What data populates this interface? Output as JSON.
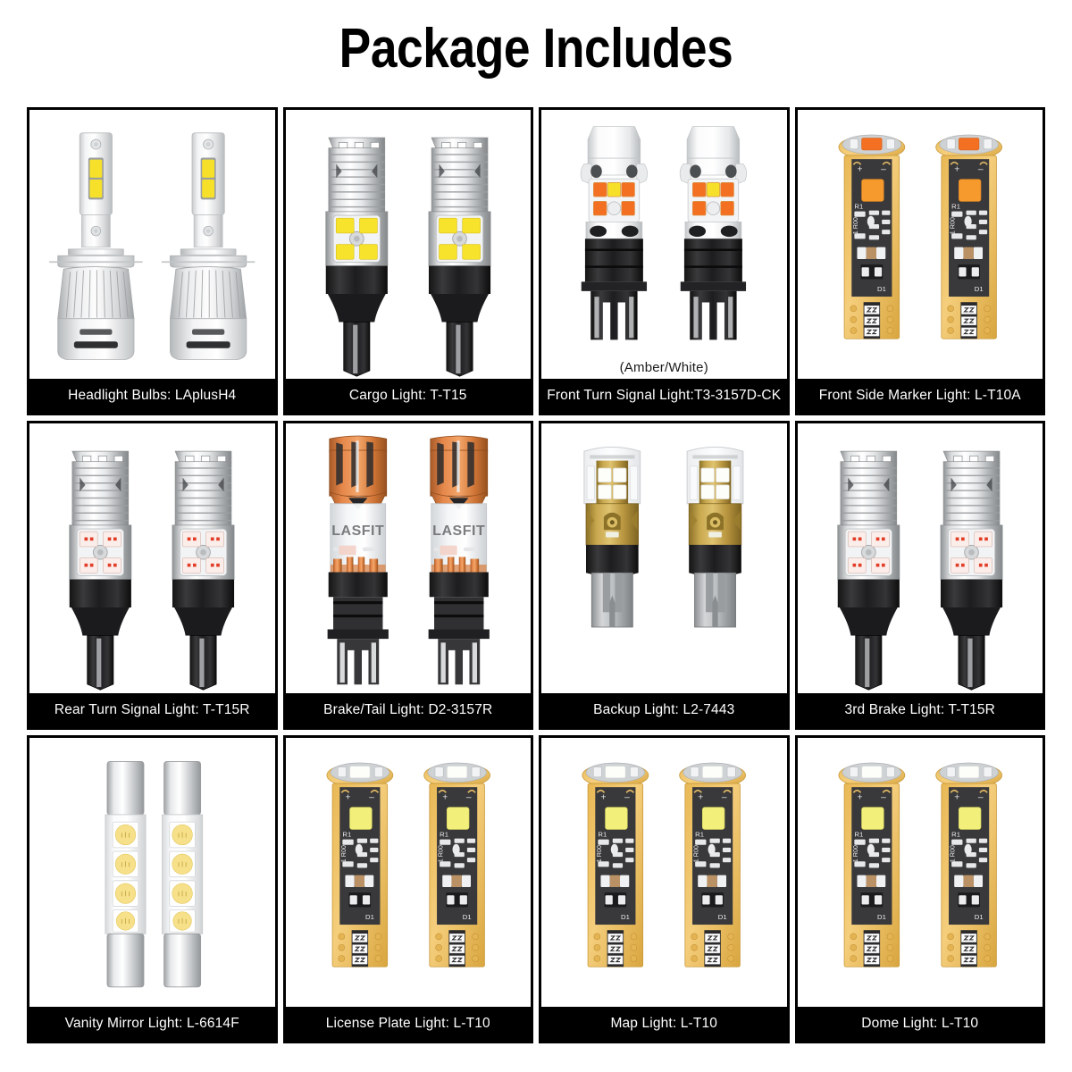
{
  "header": {
    "title": "Package Includes"
  },
  "colors": {
    "background": "#ffffff",
    "label_bar": "#000000",
    "label_text": "#ffffff",
    "cell_border": "#000000",
    "amber_led": "#f36f21",
    "yellow_led": "#f6e02a",
    "red_led": "#e23b26",
    "white_led": "#fdfdfa",
    "gold_pcb": "#e9b855",
    "copper": "#cf7436",
    "brass": "#c7a74e",
    "silver": "#cfd2d4"
  },
  "products": [
    {
      "index": 1,
      "name": "headlight-bulbs",
      "label": "Headlight Bulbs: LAplusH4",
      "type": "Headlight Bulbs",
      "model": "LAplusH4",
      "quantity": 2,
      "led_color": "yellow",
      "base_style": "H4 flange with heatsink fins"
    },
    {
      "index": 2,
      "name": "cargo-light",
      "label": "Cargo Light: T-T15",
      "type": "Cargo Light",
      "model": "T-T15",
      "quantity": 2,
      "led_color": "yellow",
      "base_style": "T15 black wedge"
    },
    {
      "index": 3,
      "name": "front-turn-signal-light",
      "label": "Front Turn Signal Light:T3-3157D-CK",
      "sub_caption": "(Amber/White)",
      "type": "Front Turn Signal Light",
      "model": "T3-3157D-CK",
      "quantity": 2,
      "led_color": "amber and white",
      "base_style": "3157 black wedge"
    },
    {
      "index": 4,
      "name": "front-side-marker-light",
      "label": "Front Side Marker Light: L-T10A",
      "type": "Front Side Marker Light",
      "model": "L-T10A",
      "quantity": 2,
      "led_color": "amber",
      "base_style": "T10 gold PCB wedge",
      "pcb_markings": [
        "+",
        "-",
        "R1",
        "1 R00",
        "D1"
      ]
    },
    {
      "index": 5,
      "name": "rear-turn-signal-light",
      "label": "Rear Turn Signal Light: T-T15R",
      "type": "Rear Turn Signal Light",
      "model": "T-T15R",
      "quantity": 2,
      "led_color": "red",
      "base_style": "T15 black wedge"
    },
    {
      "index": 6,
      "name": "brake-tail-light",
      "label": "Brake/Tail Light: D2-3157R",
      "type": "Brake/Tail Light",
      "model": "D2-3157R",
      "quantity": 2,
      "brand_text": "LASFIT",
      "led_color": "red",
      "base_style": "3157 black wedge with copper heatsink"
    },
    {
      "index": 7,
      "name": "backup-light",
      "label": "Backup Light: L2-7443",
      "type": "Backup Light",
      "model": "L2-7443",
      "quantity": 2,
      "led_color": "white",
      "base_style": "7443 silver wedge with brass body"
    },
    {
      "index": 8,
      "name": "3rd-brake-light",
      "label": "3rd Brake Light: T-T15R",
      "type": "3rd Brake Light",
      "model": "T-T15R",
      "quantity": 2,
      "led_color": "red",
      "base_style": "T15 black wedge"
    },
    {
      "index": 9,
      "name": "vanity-mirror-light",
      "label": "Vanity Mirror Light: L-6614F",
      "type": "Vanity Mirror Light",
      "model": "L-6614F",
      "quantity": 2,
      "led_color": "warm white",
      "led_count": 4,
      "base_style": "festoon with chrome end caps"
    },
    {
      "index": 10,
      "name": "license-plate-light",
      "label": "License Plate Light: L-T10",
      "type": "License Plate Light",
      "model": "L-T10",
      "quantity": 2,
      "led_color": "white",
      "base_style": "T10 gold PCB wedge",
      "pcb_markings": [
        "+",
        "-",
        "R1",
        "1 R00",
        "D1"
      ]
    },
    {
      "index": 11,
      "name": "map-light",
      "label": "Map Light: L-T10",
      "type": "Map Light",
      "model": "L-T10",
      "quantity": 2,
      "led_color": "white",
      "base_style": "T10 gold PCB wedge",
      "pcb_markings": [
        "+",
        "-",
        "R1",
        "1 R00",
        "D1"
      ]
    },
    {
      "index": 12,
      "name": "dome-light",
      "label": "Dome Light: L-T10",
      "type": "Dome Light",
      "model": "L-T10",
      "quantity": 2,
      "led_color": "white",
      "base_style": "T10 gold PCB wedge",
      "pcb_markings": [
        "+",
        "-",
        "R1",
        "1 R00",
        "D1"
      ]
    }
  ],
  "grid": {
    "columns": 4,
    "rows": 3,
    "total_items": 12
  }
}
